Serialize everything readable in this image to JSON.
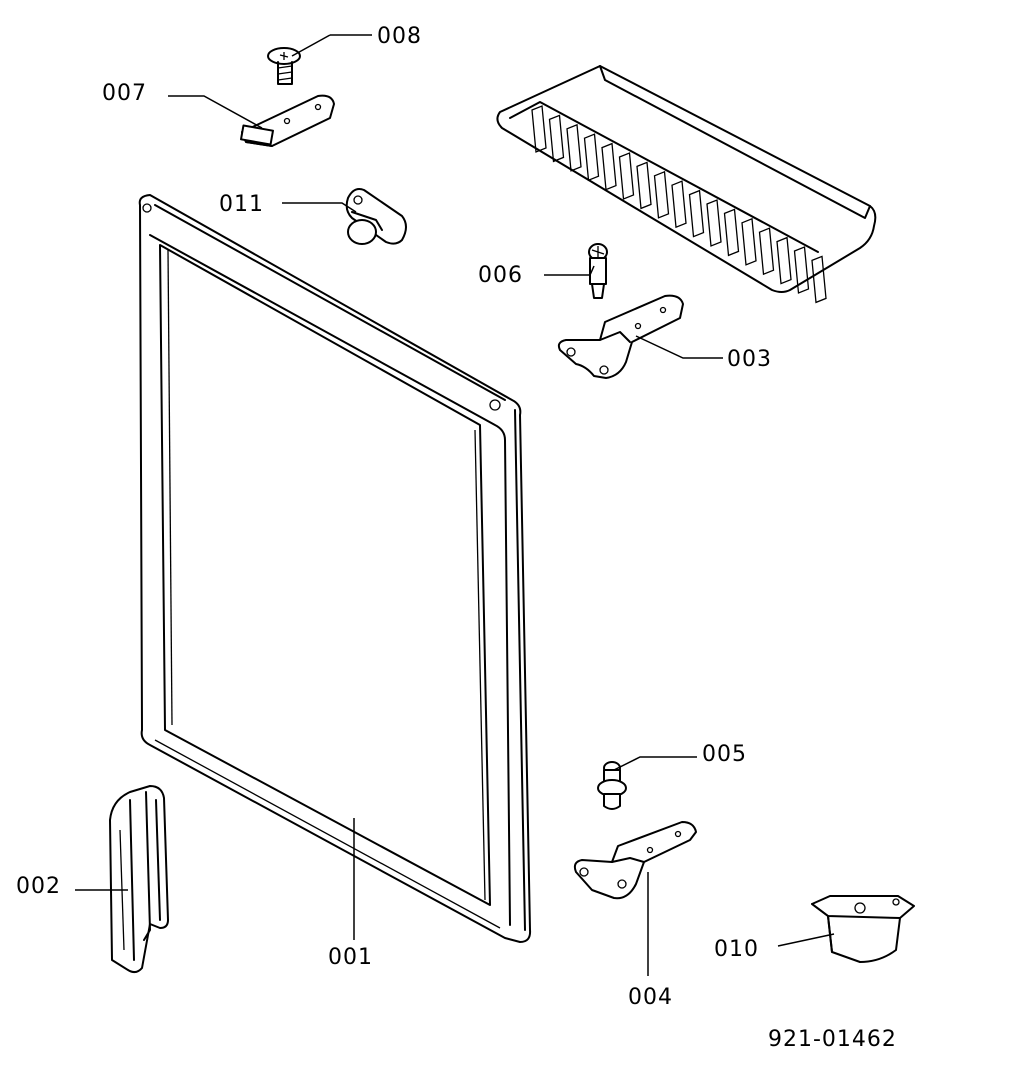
{
  "drawing_number": "921-01462",
  "parts": {
    "p001": "001",
    "p002": "002",
    "p003": "003",
    "p004": "004",
    "p005": "005",
    "p006": "006",
    "p007": "007",
    "p008": "008",
    "p010": "010",
    "p011": "011"
  }
}
